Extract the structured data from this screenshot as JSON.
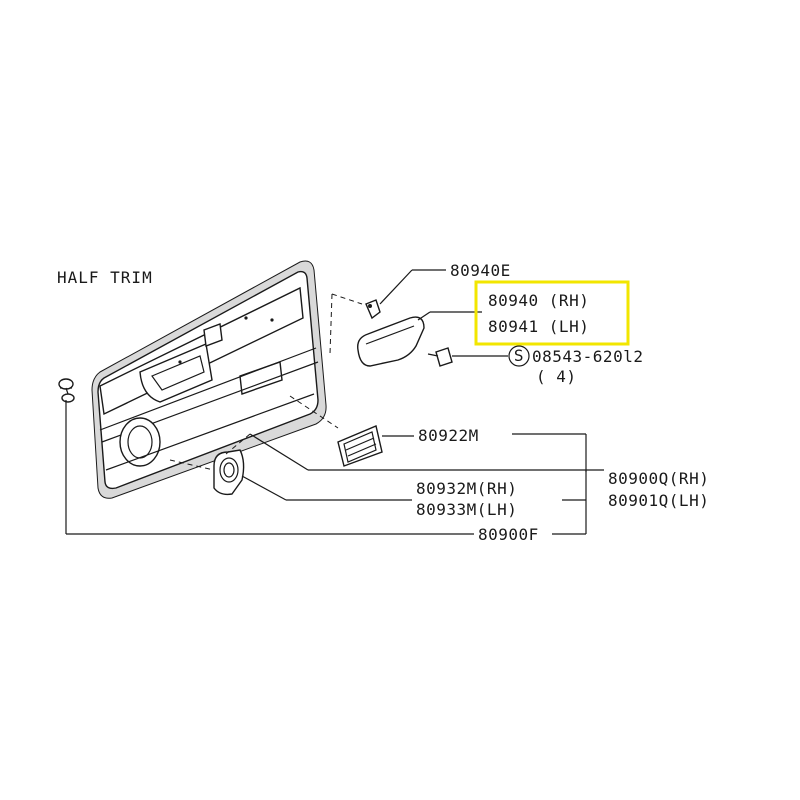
{
  "title": "HALF TRIM",
  "callouts": {
    "clip": "80940E",
    "handle_rh": "80940 (RH)",
    "handle_lh": "80941 (LH)",
    "screw_code": "08543-620l2",
    "screw_prefix": "S",
    "screw_qty": "( 4)",
    "escutcheon": "80922M",
    "trim_rh": "80900Q(RH)",
    "trim_lh": "80901Q(LH)",
    "grille_rh": "80932M(RH)",
    "grille_lh": "80933M(LH)",
    "fastener": "80900F"
  },
  "highlight_color": "#f2e600"
}
